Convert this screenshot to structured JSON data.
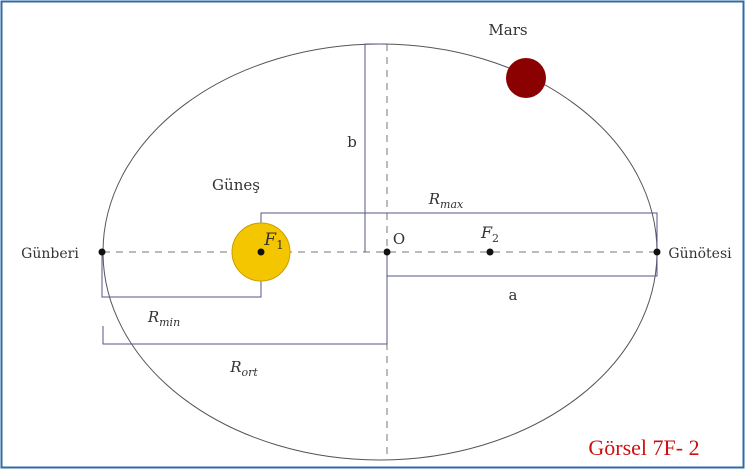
{
  "labels": {
    "mars": "Mars",
    "sun": "Güneş",
    "perihelion": "Günberi",
    "aphelion": "Günötesi",
    "b": "b",
    "a": "a",
    "center": "O",
    "f1_base": "F",
    "f1_sub": "1",
    "f2_base": "F",
    "f2_sub": "2",
    "rmax_base": "R",
    "rmax_sub": "max",
    "rmin_base": "R",
    "rmin_sub": "min",
    "rort_base": "R",
    "rort_sub": "ort"
  },
  "caption": "Görsel 7F- 2",
  "colors": {
    "frame": "#2e6ca8",
    "orbit": "#555555",
    "guide_lines": "#565686",
    "axis_dash": "#777777",
    "sun_fill": "#f4c600",
    "sun_stroke": "#caa000",
    "mars_fill": "#8b0000",
    "caption": "#cc1111",
    "dots": "#111111"
  }
}
